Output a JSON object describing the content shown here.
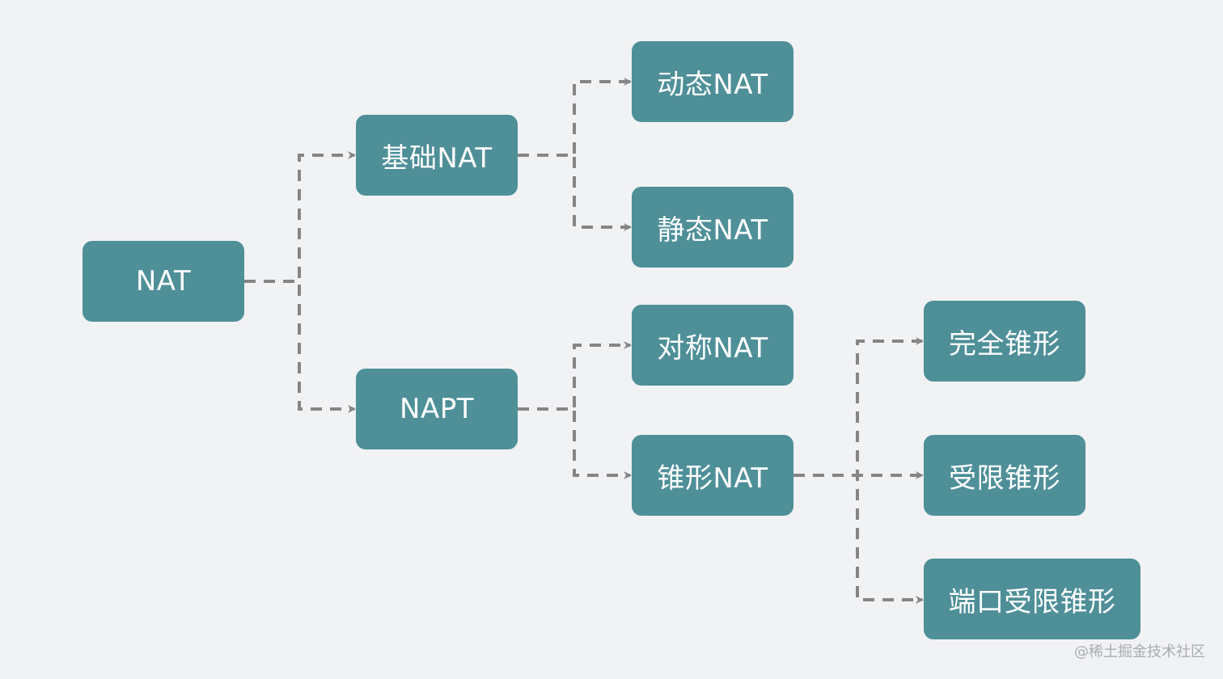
{
  "nodes": {
    "nat": "NAT",
    "basic_nat": "基础NAT",
    "napt": "NAPT",
    "dynamic_nat": "动态NAT",
    "static_nat": "静态NAT",
    "symmetric_nat": "对称NAT",
    "cone_nat": "锥形NAT",
    "full_cone": "完全锥形",
    "restricted_cone": "受限锥形",
    "port_restricted_cone": "端口受限锥形"
  },
  "watermark": "@稀土掘金技术社区",
  "colors": {
    "background": "#f1f2f4",
    "node_fill": "#4e8f98",
    "node_text": "#ffffff",
    "connector": "#858585"
  }
}
